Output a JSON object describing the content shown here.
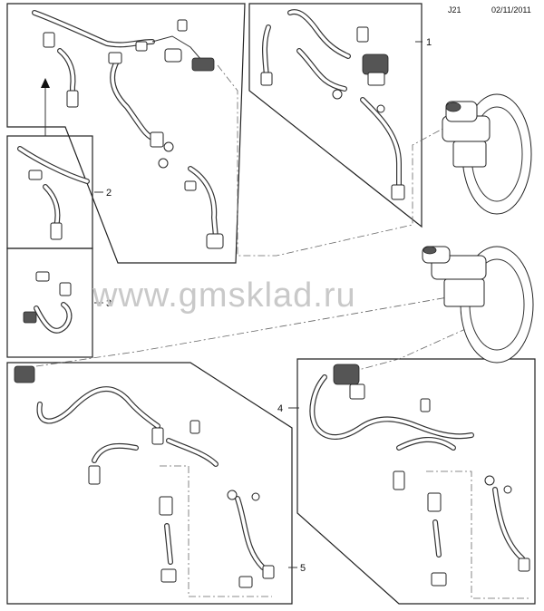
{
  "header": {
    "code": "J21",
    "date": "02/11/2011"
  },
  "watermark": "www.gmsklad.ru",
  "callouts": [
    "1",
    "2",
    "3",
    "4",
    "5"
  ],
  "colors": {
    "line": "#222222",
    "watermark": "#c9c9c9",
    "background": "#ffffff"
  }
}
